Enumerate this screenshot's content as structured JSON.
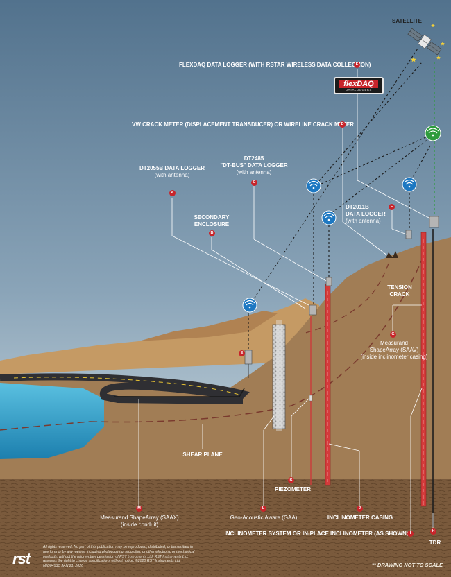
{
  "labels": {
    "satellite": "SATELLITE",
    "flexdaq": "FLEXDAQ DATA LOGGER (with RSTAR Wireless Data Collection)",
    "vw_crack_meter": "VW CRACK METER (displacement transducer) or WIRELINE CRACK METER",
    "dt2055b_title": "DT2055B DATA LOGGER",
    "dt2055b_sub": "(with antenna)",
    "dt2485_line1": "DT2485",
    "dt2485_line2": "\"DT-BUS\" DATA LOGGER",
    "dt2485_sub": "(with antenna)",
    "secondary_line1": "SECONDARY",
    "secondary_line2": "ENCLOSURE",
    "dt2011b_line1": "DT2011B",
    "dt2011b_line2": "DATA LOGGER",
    "dt2011b_sub": "(with antenna)",
    "tension_line1": "TENSION",
    "tension_line2": "CRACK",
    "saav_line1": "Measurand",
    "saav_line2": "ShapeArray (SAAV)",
    "saav_line3": "(inside inclinometer casing)",
    "shear_plane": "SHEAR PLANE",
    "piezometer": "PIEZOMETER",
    "saax_line1": "Measurand ShapeArray (SAAX)",
    "saax_line2": "(inside conduit)",
    "gaa": "Geo-Acoustic Aware (GAA)",
    "inclinometer_casing": "INCLINOMETER CASING",
    "inclinometer_system": "INCLINOMETER SYSTEM or IN-PLACE INCLINOMETER (as shown)",
    "tdr": "TDR"
  },
  "badges": {
    "a": "A",
    "b": "B",
    "c": "C",
    "d": "D",
    "e": "E",
    "e2": "E",
    "f": "F",
    "g": "G",
    "h": "H",
    "i": "I",
    "j": "J",
    "k": "K",
    "l": "L",
    "m": "M"
  },
  "flexdaq_logo": {
    "brand": "flexDAQ",
    "tagline": "DATALOGGERS"
  },
  "footer": {
    "logo": "rst",
    "copyright": "All rights reserved. No part of this publication may be reproduced, distributed, or transmitted in any form or by any means, including photocopying, recording, or other electronic or mechanical methods, without the prior written permission of RST Instruments Ltd. RST Instruments Ltd. reserves the right to change specifications without notice. ©2020 RST Instruments Ltd. MIG0453C JAN 21, 2020",
    "scale_note": "** DRAWING NOT TO SCALE"
  },
  "colors": {
    "sky_top": "#52728d",
    "sky_bottom": "#9ab2c5",
    "soil": "#a17d55",
    "bedrock": "#7a5a3c",
    "water": "#2d9ec8",
    "casing_red": "#d43b3b",
    "wifi_blue": "#1d78c2",
    "wifi_green": "#2e9b3c",
    "badge_red": "#c8242a"
  },
  "icons": [
    "satellite-icon",
    "wifi-icon",
    "wifi-green-icon",
    "data-logger-icon",
    "star-icon"
  ]
}
